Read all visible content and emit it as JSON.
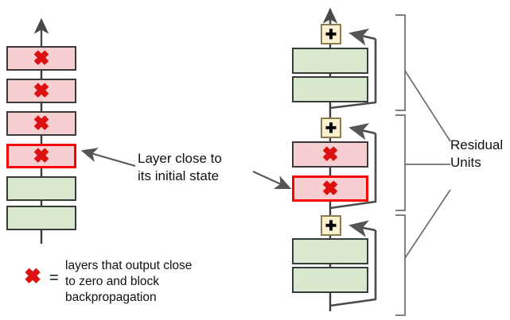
{
  "diagram": {
    "title": "Residual network vs plain network layer diagram",
    "colors": {
      "pink_fill": "#f7cfd0",
      "green_fill": "#d7e8cf",
      "plus_fill": "#fbf0cf",
      "plus_border": "#8a7a4e",
      "box_border": "#3a3a3a",
      "highlight_border": "#ff0000",
      "x_mark": "#dd1111",
      "connector": "#4a4a4a"
    },
    "glyphs": {
      "x_mark": "✖",
      "plus": "✚",
      "equals": "="
    },
    "left_stack": {
      "name": "plain-network-stack",
      "boxes": [
        {
          "type": "pink",
          "marked": true,
          "highlighted": false
        },
        {
          "type": "pink",
          "marked": true,
          "highlighted": false
        },
        {
          "type": "pink",
          "marked": true,
          "highlighted": false
        },
        {
          "type": "pink",
          "marked": true,
          "highlighted": true
        },
        {
          "type": "green",
          "marked": false,
          "highlighted": false
        },
        {
          "type": "green",
          "marked": false,
          "highlighted": false
        }
      ]
    },
    "right_stack": {
      "name": "residual-network-stack",
      "units": [
        {
          "adder": "✚",
          "boxes": [
            {
              "type": "green",
              "marked": false,
              "highlighted": false
            },
            {
              "type": "green",
              "marked": false,
              "highlighted": false
            }
          ]
        },
        {
          "adder": "✚",
          "boxes": [
            {
              "type": "pink",
              "marked": true,
              "highlighted": false
            },
            {
              "type": "pink",
              "marked": true,
              "highlighted": true
            }
          ]
        },
        {
          "adder": "✚",
          "boxes": [
            {
              "type": "green",
              "marked": false,
              "highlighted": false
            },
            {
              "type": "green",
              "marked": false,
              "highlighted": false
            }
          ]
        }
      ]
    },
    "annotations": {
      "layer_note": "Layer close to\nits initial state",
      "residual_units_label": "Residual\nUnits",
      "legend_equals": "=",
      "legend_text": "layers that output close\nto zero and block\nbackpropagation"
    }
  }
}
